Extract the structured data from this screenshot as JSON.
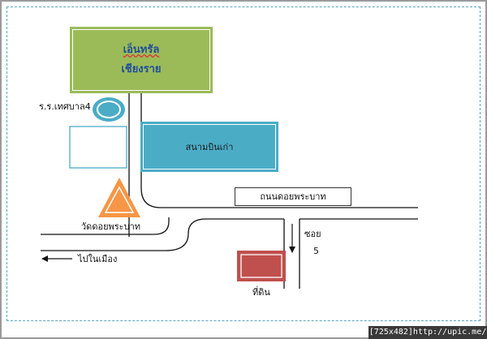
{
  "map": {
    "hotel_name": "เอ็นทรัล",
    "hotel_city": "เชียงราย",
    "school_label": "ร.ร.เทศบาล4",
    "airport_label": "สนามบินเก่า",
    "road_label": "ถนนดอยพระบาท",
    "temple_label": "วัดดอยพระบาท",
    "soi_label": "ซอย",
    "soi_number": "5",
    "to_city_label": "ไปในเมือง",
    "land_label": "ที่ดิน"
  },
  "footer": {
    "credit": "[725x482]http://upic.me/"
  },
  "colors": {
    "hotel_fill": "#9bbb59",
    "airport_fill": "#4bacc6",
    "school_fill": "#4bacc6",
    "temple_fill": "#f79646",
    "land_fill": "#c0504d"
  }
}
